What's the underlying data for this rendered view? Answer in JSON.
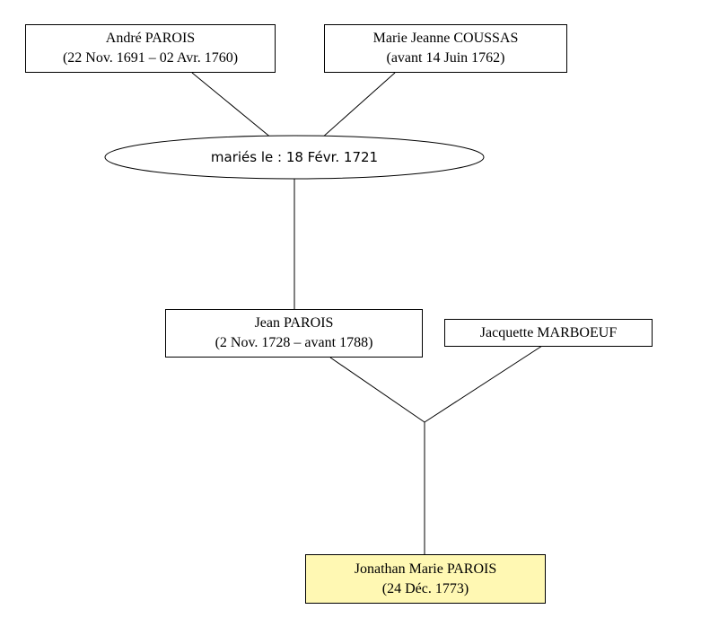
{
  "people": {
    "andre": {
      "name": "André PAROIS",
      "dates": "(22 Nov. 1691 – 02 Avr. 1760)"
    },
    "marie_jeanne": {
      "name": "Marie Jeanne COUSSAS",
      "dates": "(avant 14 Juin 1762)"
    },
    "jean": {
      "name": "Jean PAROIS",
      "dates": "(2 Nov. 1728 – avant 1788)"
    },
    "jacquette": {
      "name": "Jacquette MARBOEUF"
    },
    "jonathan": {
      "name": "Jonathan Marie PAROIS",
      "dates": "(24 Déc. 1773)"
    }
  },
  "marriage": {
    "label": "mariés le : 18 Févr. 1721"
  },
  "colors": {
    "highlight_fill": "#fff8b3",
    "border": "#000000",
    "background": "#ffffff"
  }
}
